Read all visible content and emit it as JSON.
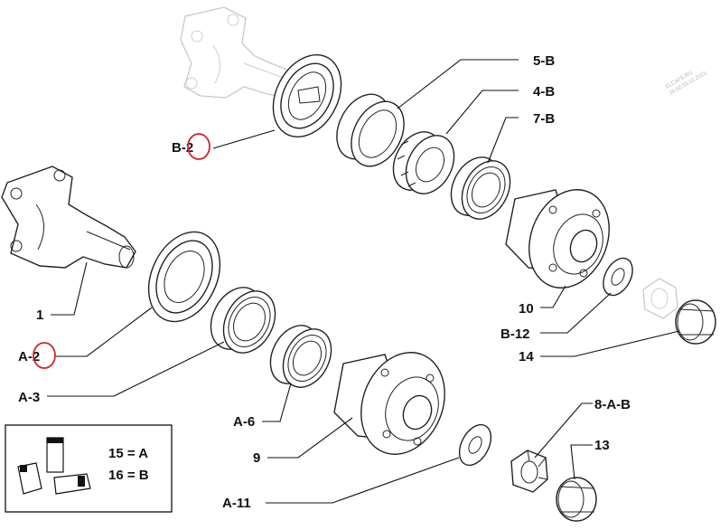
{
  "labels": {
    "p1": "1",
    "a2": "A-2",
    "a3": "A-3",
    "a6": "A-6",
    "a11": "A-11",
    "b2": "B-2",
    "p5b": "5-B",
    "p4b": "4-B",
    "p7b": "7-B",
    "p9": "9",
    "p10": "10",
    "b12": "B-12",
    "p14": "14",
    "p8ab": "8-A-B",
    "p13": "13"
  },
  "legend": {
    "line1": "15 = A",
    "line2": "16 = B"
  },
  "watermark": {
    "line1": "ELCATS.RU",
    "line2": "15.02.03.12.2021"
  },
  "colors": {
    "highlight": "#d0212a",
    "ink": "#111111",
    "ghost": "#c8c8c8"
  }
}
